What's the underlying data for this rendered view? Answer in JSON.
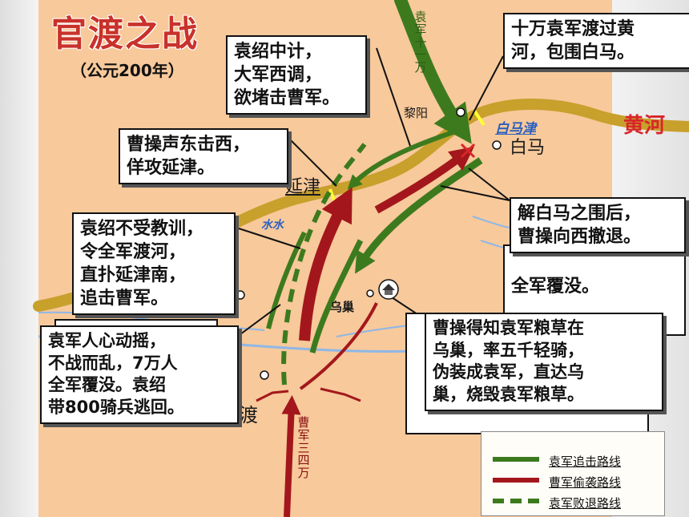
{
  "map": {
    "title": "官渡之战",
    "year": "（公元200年）",
    "river_name": "黄河",
    "places": {
      "liyang": "黎阳",
      "baima": "白马",
      "baimajin": "白马津",
      "yanjin": "延津",
      "wuchao": "乌巢",
      "guandu": "渡"
    },
    "rivers": {
      "shui": "水水"
    },
    "army_labels": {
      "yuan": "袁军十一万",
      "cao": "曹军三四万"
    },
    "callouts": {
      "yuan_trick": "袁绍中计，\n大军西调，\n欲堵击曹军。",
      "cross_river": "十万袁军渡过黄\n河，包围白马。",
      "feint": "曹操声东击西，\n佯攻延津。",
      "lift_siege": "解白马之围后，\n曹操向西撤退。",
      "lift_siege_under": "全军覆没。",
      "no_lesson": "袁绍不受教训，\n令全军渡河，\n直扑延津南，\n追击曹军。",
      "collapse": "袁军人心动摇，\n不战而乱，7万人\n全军覆没。袁绍\n带800骑兵逃回。",
      "wuchao_raid": "曹操得知袁军粮草在\n乌巢，率五千轻骑，\n伪装成袁军，直达乌\n巢，烧毁袁军粮草。"
    },
    "legend": [
      {
        "label": "袁军追击路线",
        "color": "#3d7a1e",
        "style": "solid"
      },
      {
        "label": "曹军偷袭路线",
        "color": "#a3171c",
        "style": "solid"
      },
      {
        "label": "袁军败退路线",
        "color": "#3d7a1e",
        "style": "dashed"
      }
    ],
    "colors": {
      "map_background": "#f7c99b",
      "yellow_river": "#c8a02c",
      "yuan_army": "#3d7a1e",
      "cao_army": "#a3171c",
      "title": "#c8322b",
      "water": "#2a5fc0"
    }
  }
}
